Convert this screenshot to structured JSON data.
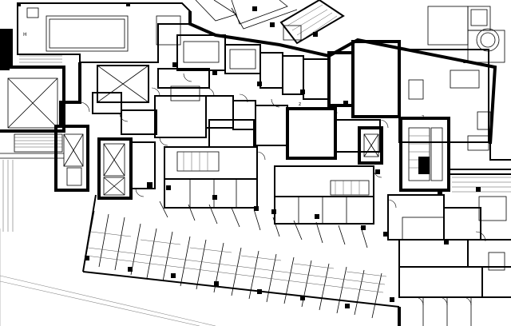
{
  "labels": {
    "h_mark": "H",
    "ne_mark_a": "z",
    "ne_mark_b": "z",
    "center_mark": "z"
  }
}
